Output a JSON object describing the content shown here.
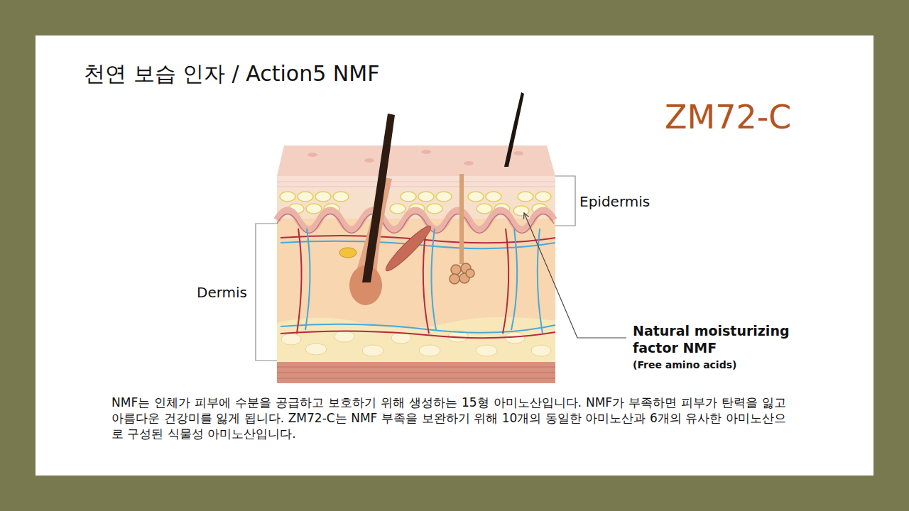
{
  "diagram": {
    "title": "천연 보습 인자 / Action5 NMF",
    "caption": "NMF는 인체가 피부에 수분을 공급하고 보호하기 위해 생성하는 15형 아미노산입니다. NMF가 부족하면 피부가 탄력을 잃고 아름다운 건강미를 잃게 됩니다. ZM72-C는 NMF 부족을 보완하기 위해 10개의 동일한 아미노산과 6개의 유사한 아미노산으로 구성된 식물성 아미노산입니다.",
    "labels": [
      "ZM72-C",
      "Epidermis",
      "Dermis",
      "Natural moisturizing factor NMF",
      "(Free amino acids)"
    ]
  }
}
